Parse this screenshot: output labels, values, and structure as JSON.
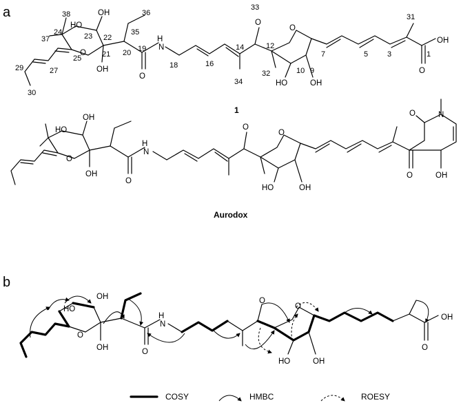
{
  "panels": {
    "a": "a",
    "b": "b"
  },
  "compounds": {
    "compound_1": "1",
    "aurodox": "Aurodox"
  },
  "atoms": {
    "O": "O",
    "OH": "OH",
    "HO": "HO",
    "N": "N",
    "H": "H",
    "O_ring": "O"
  },
  "locants": [
    "1",
    "3",
    "5",
    "7",
    "9",
    "10",
    "12",
    "14",
    "16",
    "18",
    "19",
    "20",
    "21",
    "22",
    "23",
    "24",
    "25",
    "27",
    "29",
    "30",
    "31",
    "32",
    "33",
    "34",
    "35",
    "36",
    "37",
    "38"
  ],
  "legend": {
    "cosy": "COSY",
    "hmbc": "HMBC",
    "roesy": "ROESY"
  }
}
